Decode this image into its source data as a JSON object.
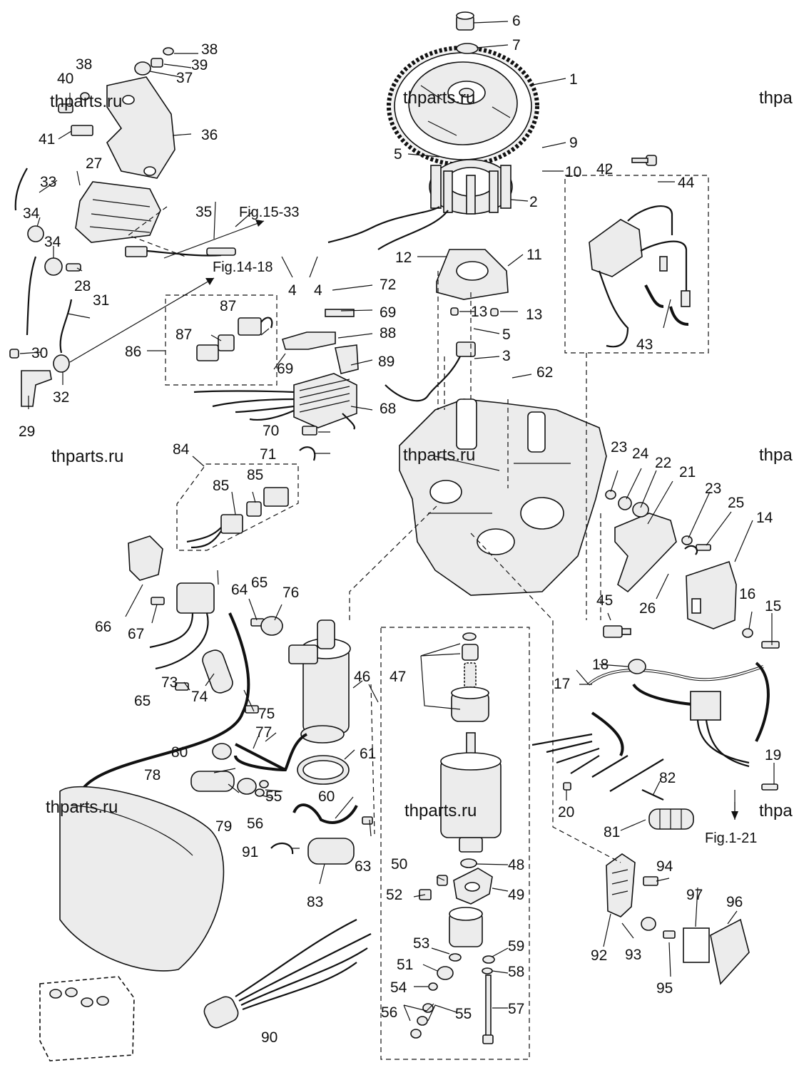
{
  "watermark": {
    "text": "thparts.ru",
    "text_cut": "thpa"
  },
  "part_numbers": [
    "1",
    "2",
    "3",
    "4",
    "5",
    "6",
    "7",
    "9",
    "10",
    "11",
    "12",
    "13",
    "14",
    "15",
    "16",
    "17",
    "18",
    "19",
    "20",
    "21",
    "22",
    "23",
    "24",
    "25",
    "26",
    "27",
    "28",
    "29",
    "30",
    "31",
    "32",
    "33",
    "34",
    "35",
    "36",
    "37",
    "38",
    "39",
    "40",
    "41",
    "42",
    "43",
    "44",
    "45",
    "46",
    "47",
    "48",
    "49",
    "50",
    "51",
    "52",
    "53",
    "54",
    "55",
    "56",
    "57",
    "58",
    "59",
    "60",
    "61",
    "62",
    "63",
    "64",
    "65",
    "66",
    "67",
    "68",
    "69",
    "70",
    "71",
    "72",
    "73",
    "74",
    "75",
    "76",
    "77",
    "78",
    "79",
    "80",
    "81",
    "82",
    "83",
    "84",
    "85",
    "86",
    "87",
    "88",
    "89",
    "90",
    "91",
    "92",
    "93",
    "94",
    "95",
    "96",
    "97"
  ],
  "references": {
    "fig_15_33": "Fig.15-33",
    "fig_14_18": "Fig.14-18",
    "fig_1_21": "Fig.1-21"
  }
}
